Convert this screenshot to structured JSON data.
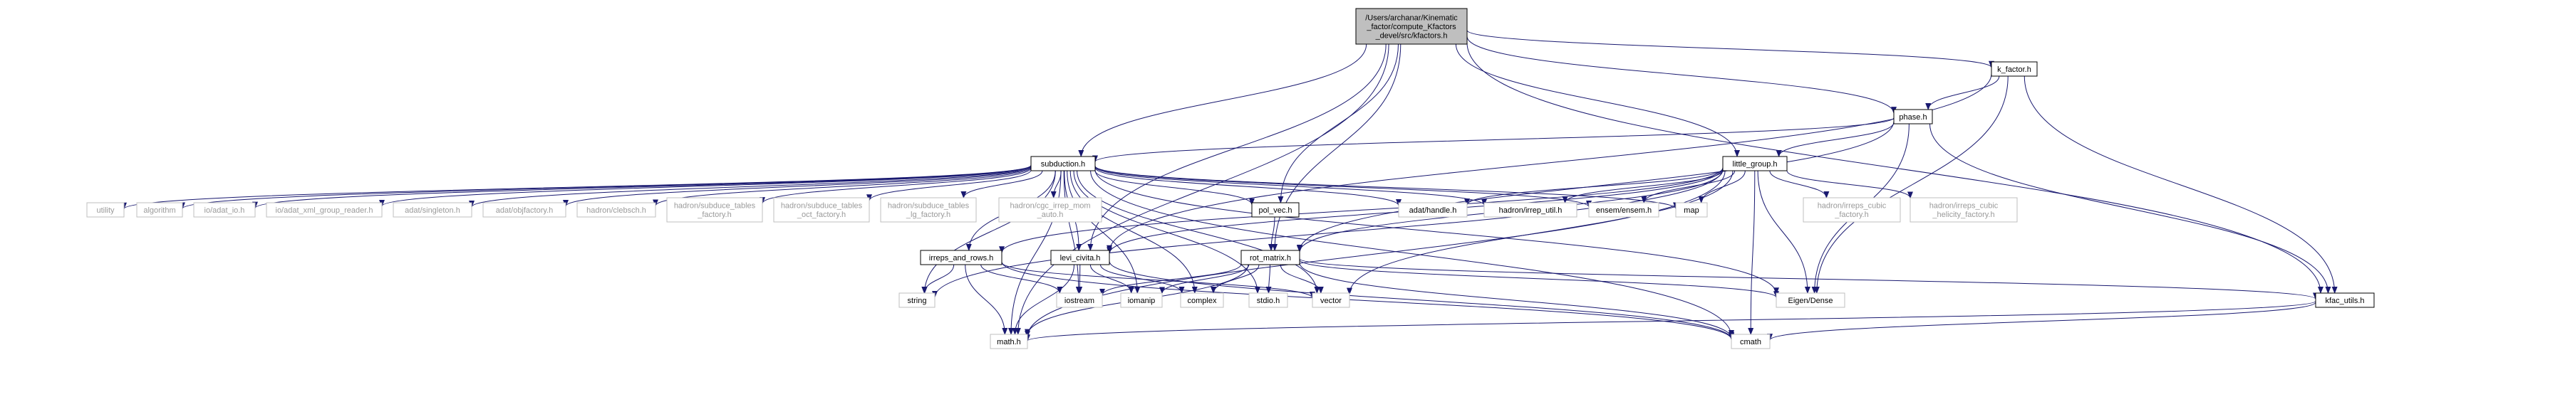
{
  "colors": {
    "edge": "#191970",
    "node_border": "#000000",
    "gray_border": "#bfbfbf",
    "root_fill": "#bfbfbf",
    "node_fill": "#ffffff",
    "gray_text": "#9a9a9a"
  },
  "nodes": [
    {
      "id": "root",
      "lines": [
        "/Users/archanar/Kinematic",
        "_factor/compute_Kfactors",
        "_devel/src/kfactors.h"
      ],
      "style": "root"
    },
    {
      "id": "k_factor",
      "lines": [
        "k_factor.h"
      ],
      "style": "doc"
    },
    {
      "id": "phase",
      "lines": [
        "phase.h"
      ],
      "style": "doc"
    },
    {
      "id": "subduction",
      "lines": [
        "subduction.h"
      ],
      "style": "doc"
    },
    {
      "id": "little_group",
      "lines": [
        "little_group.h"
      ],
      "style": "doc"
    },
    {
      "id": "pol_vec",
      "lines": [
        "pol_vec.h"
      ],
      "style": "doc"
    },
    {
      "id": "irreps_and_rows",
      "lines": [
        "irreps_and_rows.h"
      ],
      "style": "doc"
    },
    {
      "id": "levi_civita",
      "lines": [
        "levi_civita.h"
      ],
      "style": "doc"
    },
    {
      "id": "rot_matrix",
      "lines": [
        "rot_matrix.h"
      ],
      "style": "doc"
    },
    {
      "id": "kfac_utils",
      "lines": [
        "kfac_utils.h"
      ],
      "style": "doc"
    },
    {
      "id": "utility",
      "lines": [
        "utility"
      ],
      "style": "ext"
    },
    {
      "id": "algorithm",
      "lines": [
        "algorithm"
      ],
      "style": "ext"
    },
    {
      "id": "adat_io",
      "lines": [
        "io/adat_io.h"
      ],
      "style": "ext"
    },
    {
      "id": "adat_xml",
      "lines": [
        "io/adat_xml_group_reader.h"
      ],
      "style": "ext"
    },
    {
      "id": "singleton",
      "lines": [
        "adat/singleton.h"
      ],
      "style": "ext"
    },
    {
      "id": "objfactory",
      "lines": [
        "adat/objfactory.h"
      ],
      "style": "ext"
    },
    {
      "id": "clebsch",
      "lines": [
        "hadron/clebsch.h"
      ],
      "style": "ext"
    },
    {
      "id": "subd_tables_factory",
      "lines": [
        "hadron/subduce_tables",
        "_factory.h"
      ],
      "style": "ext"
    },
    {
      "id": "subd_oct",
      "lines": [
        "hadron/subduce_tables",
        "_oct_factory.h"
      ],
      "style": "ext"
    },
    {
      "id": "subd_lg",
      "lines": [
        "hadron/subduce_tables",
        "_lg_factory.h"
      ],
      "style": "ext"
    },
    {
      "id": "cgc_irrep",
      "lines": [
        "hadron/cgc_irrep_mom",
        "_auto.h"
      ],
      "style": "ext"
    },
    {
      "id": "adat_handle",
      "lines": [
        "adat/handle.h"
      ],
      "style": "ext-dark"
    },
    {
      "id": "irrep_util",
      "lines": [
        "hadron/irrep_util.h"
      ],
      "style": "ext-dark"
    },
    {
      "id": "ensem",
      "lines": [
        "ensem/ensem.h"
      ],
      "style": "ext-dark"
    },
    {
      "id": "map",
      "lines": [
        "map"
      ],
      "style": "ext-dark"
    },
    {
      "id": "irreps_cubic",
      "lines": [
        "hadron/irreps_cubic",
        "_factory.h"
      ],
      "style": "ext"
    },
    {
      "id": "irreps_helicity",
      "lines": [
        "hadron/irreps_cubic",
        "_helicity_factory.h"
      ],
      "style": "ext"
    },
    {
      "id": "string",
      "lines": [
        "string"
      ],
      "style": "ext-dark"
    },
    {
      "id": "iostream",
      "lines": [
        "iostream"
      ],
      "style": "ext-dark"
    },
    {
      "id": "iomanip",
      "lines": [
        "iomanip"
      ],
      "style": "ext-dark"
    },
    {
      "id": "complex",
      "lines": [
        "complex"
      ],
      "style": "ext-dark"
    },
    {
      "id": "stdio",
      "lines": [
        "stdio.h"
      ],
      "style": "ext-dark"
    },
    {
      "id": "vector",
      "lines": [
        "vector"
      ],
      "style": "ext-dark"
    },
    {
      "id": "eigen",
      "lines": [
        "Eigen/Dense"
      ],
      "style": "ext-dark"
    },
    {
      "id": "math",
      "lines": [
        "math.h"
      ],
      "style": "ext-dark"
    },
    {
      "id": "cmath",
      "lines": [
        "cmath"
      ],
      "style": "ext-dark"
    }
  ],
  "edges": [
    [
      "root",
      "k_factor"
    ],
    [
      "root",
      "phase"
    ],
    [
      "root",
      "subduction"
    ],
    [
      "root",
      "little_group"
    ],
    [
      "root",
      "pol_vec"
    ],
    [
      "root",
      "rot_matrix"
    ],
    [
      "root",
      "kfac_utils"
    ],
    [
      "root",
      "levi_civita"
    ],
    [
      "root",
      "math"
    ],
    [
      "k_factor",
      "phase"
    ],
    [
      "k_factor",
      "levi_civita"
    ],
    [
      "k_factor",
      "kfac_utils"
    ],
    [
      "k_factor",
      "eigen"
    ],
    [
      "phase",
      "subduction"
    ],
    [
      "phase",
      "little_group"
    ],
    [
      "phase",
      "rot_matrix"
    ],
    [
      "phase",
      "kfac_utils"
    ],
    [
      "phase",
      "eigen"
    ],
    [
      "subduction",
      "utility"
    ],
    [
      "subduction",
      "algorithm"
    ],
    [
      "subduction",
      "adat_io"
    ],
    [
      "subduction",
      "adat_xml"
    ],
    [
      "subduction",
      "singleton"
    ],
    [
      "subduction",
      "objfactory"
    ],
    [
      "subduction",
      "clebsch"
    ],
    [
      "subduction",
      "subd_tables_factory"
    ],
    [
      "subduction",
      "subd_oct"
    ],
    [
      "subduction",
      "subd_lg"
    ],
    [
      "subduction",
      "cgc_irrep"
    ],
    [
      "subduction",
      "adat_handle"
    ],
    [
      "subduction",
      "irrep_util"
    ],
    [
      "subduction",
      "ensem"
    ],
    [
      "subduction",
      "map"
    ],
    [
      "subduction",
      "pol_vec"
    ],
    [
      "subduction",
      "irreps_and_rows"
    ],
    [
      "subduction",
      "levi_civita"
    ],
    [
      "subduction",
      "string"
    ],
    [
      "subduction",
      "iostream"
    ],
    [
      "subduction",
      "iomanip"
    ],
    [
      "subduction",
      "complex"
    ],
    [
      "subduction",
      "stdio"
    ],
    [
      "subduction",
      "vector"
    ],
    [
      "subduction",
      "eigen"
    ],
    [
      "subduction",
      "math"
    ],
    [
      "subduction",
      "cmath"
    ],
    [
      "little_group",
      "adat_handle"
    ],
    [
      "little_group",
      "irrep_util"
    ],
    [
      "little_group",
      "ensem"
    ],
    [
      "little_group",
      "map"
    ],
    [
      "little_group",
      "irreps_cubic"
    ],
    [
      "little_group",
      "irreps_helicity"
    ],
    [
      "little_group",
      "irreps_and_rows"
    ],
    [
      "little_group",
      "levi_civita"
    ],
    [
      "little_group",
      "string"
    ],
    [
      "little_group",
      "vector"
    ],
    [
      "little_group",
      "eigen"
    ],
    [
      "little_group",
      "cmath"
    ],
    [
      "little_group",
      "rot_matrix"
    ],
    [
      "little_group",
      "math"
    ],
    [
      "pol_vec",
      "rot_matrix"
    ],
    [
      "irreps_and_rows",
      "string"
    ],
    [
      "irreps_and_rows",
      "iostream"
    ],
    [
      "irreps_and_rows",
      "vector"
    ],
    [
      "irreps_and_rows",
      "math"
    ],
    [
      "irreps_and_rows",
      "cmath"
    ],
    [
      "levi_civita",
      "iostream"
    ],
    [
      "levi_civita",
      "iomanip"
    ],
    [
      "levi_civita",
      "complex"
    ],
    [
      "levi_civita",
      "math"
    ],
    [
      "levi_civita",
      "cmath"
    ],
    [
      "rot_matrix",
      "iostream"
    ],
    [
      "rot_matrix",
      "iomanip"
    ],
    [
      "rot_matrix",
      "complex"
    ],
    [
      "rot_matrix",
      "stdio"
    ],
    [
      "rot_matrix",
      "vector"
    ],
    [
      "rot_matrix",
      "eigen"
    ],
    [
      "rot_matrix",
      "math"
    ],
    [
      "rot_matrix",
      "cmath"
    ],
    [
      "rot_matrix",
      "kfac_utils"
    ],
    [
      "kfac_utils",
      "math"
    ],
    [
      "kfac_utils",
      "cmath"
    ]
  ]
}
